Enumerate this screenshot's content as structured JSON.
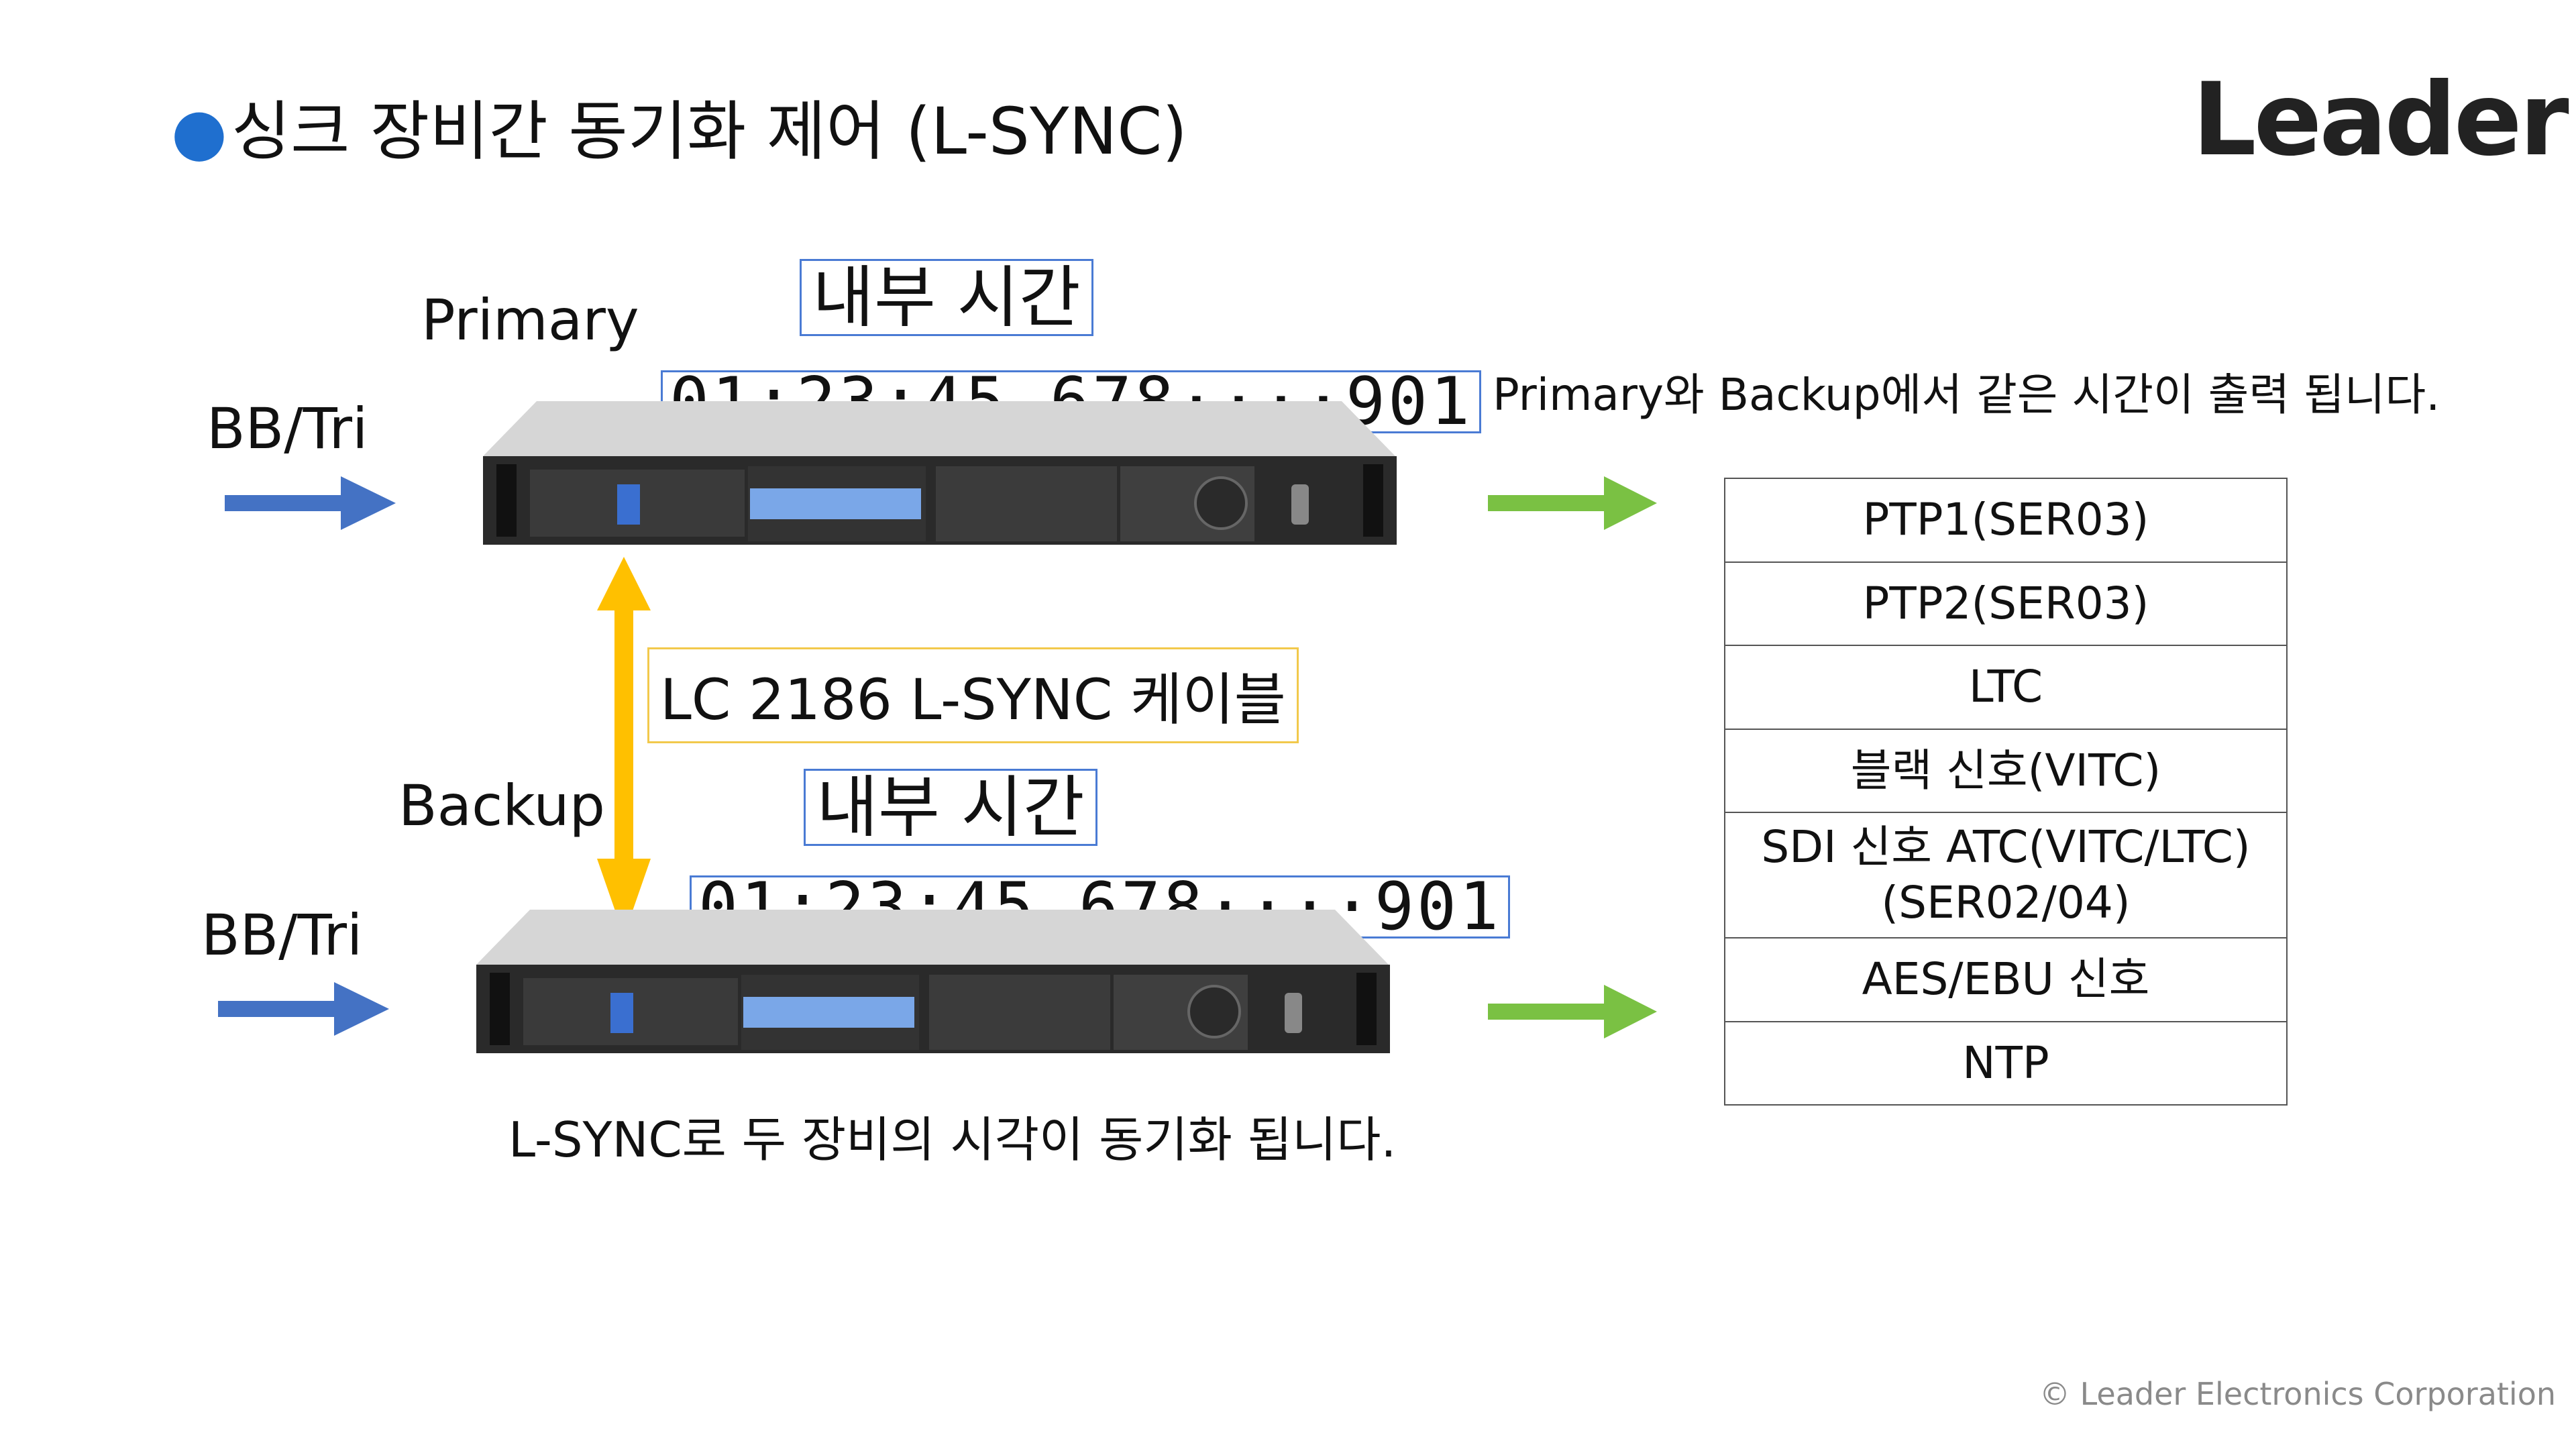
{
  "title": "싱크 장비간 동기화 제어 (L-SYNC)",
  "logo_text": "Leader",
  "primary": {
    "label": "Primary",
    "internal_time_label": "내부 시간",
    "time_display": "01:23:45.678····901",
    "input_label": "BB/Tri"
  },
  "backup": {
    "label": "Backup",
    "internal_time_label": "내부 시간",
    "time_display": "01:23:45.678····901",
    "input_label": "BB/Tri"
  },
  "cable_label": "LC 2186 L-SYNC 케이블",
  "sync_note": "L-SYNC로 두 장비의 시각이 동기화 됩니다.",
  "output_note": "Primary와 Backup에서 같은 시간이 출력 됩니다.",
  "outputs": [
    "PTP1(SER03)",
    "PTP2(SER03)",
    "LTC",
    "블랙 신호(VITC)",
    "SDI 신호 ATC(VITC/LTC)",
    "(SER02/04)",
    "AES/EBU 신호",
    "NTP"
  ],
  "footer": "© Leader Electronics Corporation",
  "colors": {
    "input_arrow": "#4472c4",
    "output_arrow": "#7ac143",
    "cable_arrow": "#ffc000",
    "title_dot": "#1f6fcf"
  }
}
